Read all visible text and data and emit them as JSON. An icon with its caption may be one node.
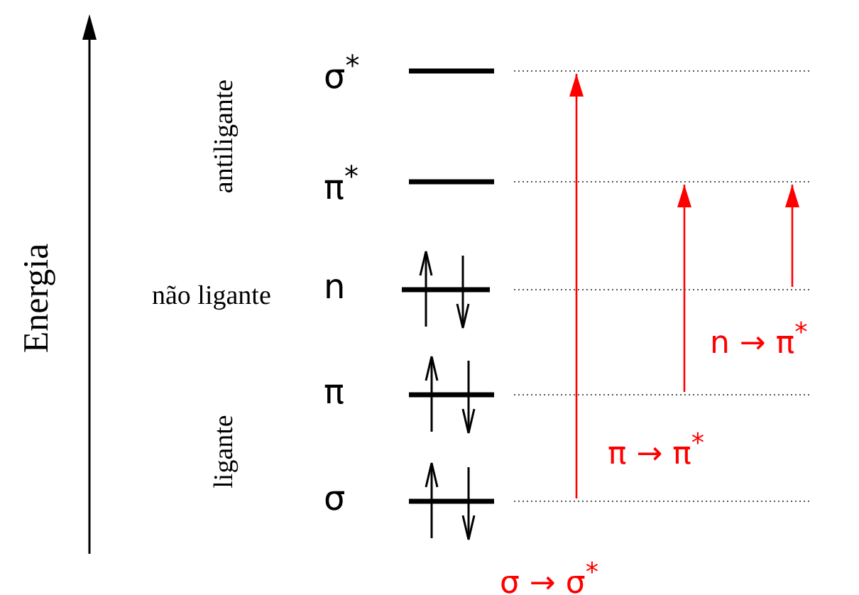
{
  "diagram": {
    "nodes": [
      {
        "text": [],
        "shape": "bar",
        "beside": [
          "σ$^{*}$"
        ]
      },
      {
        "text": [],
        "shape": "bar",
        "beside": [
          "π$^{*}$"
        ]
      },
      {
        "text": [],
        "shape": "bar",
        "beside": [
          "n"
        ]
      },
      {
        "text": [],
        "shape": "bar",
        "beside": [
          "π"
        ]
      },
      {
        "text": [],
        "shape": "bar",
        "beside": [
          "σ"
        ]
      }
    ],
    "edges": [
      {
        "from": 4,
        "to": 0,
        "arrow": "to"
      },
      {
        "from": 3,
        "to": 1,
        "arrow": "to"
      },
      {
        "from": 2,
        "to": 1,
        "arrow": "to"
      }
    ],
    "labels": [
      "antiligante",
      "Energia",
      "não ligante",
      "ligante",
      "n → π$^{*}$",
      "π → π$^{*}$",
      "σ → σ$^{*}$"
    ]
  }
}
